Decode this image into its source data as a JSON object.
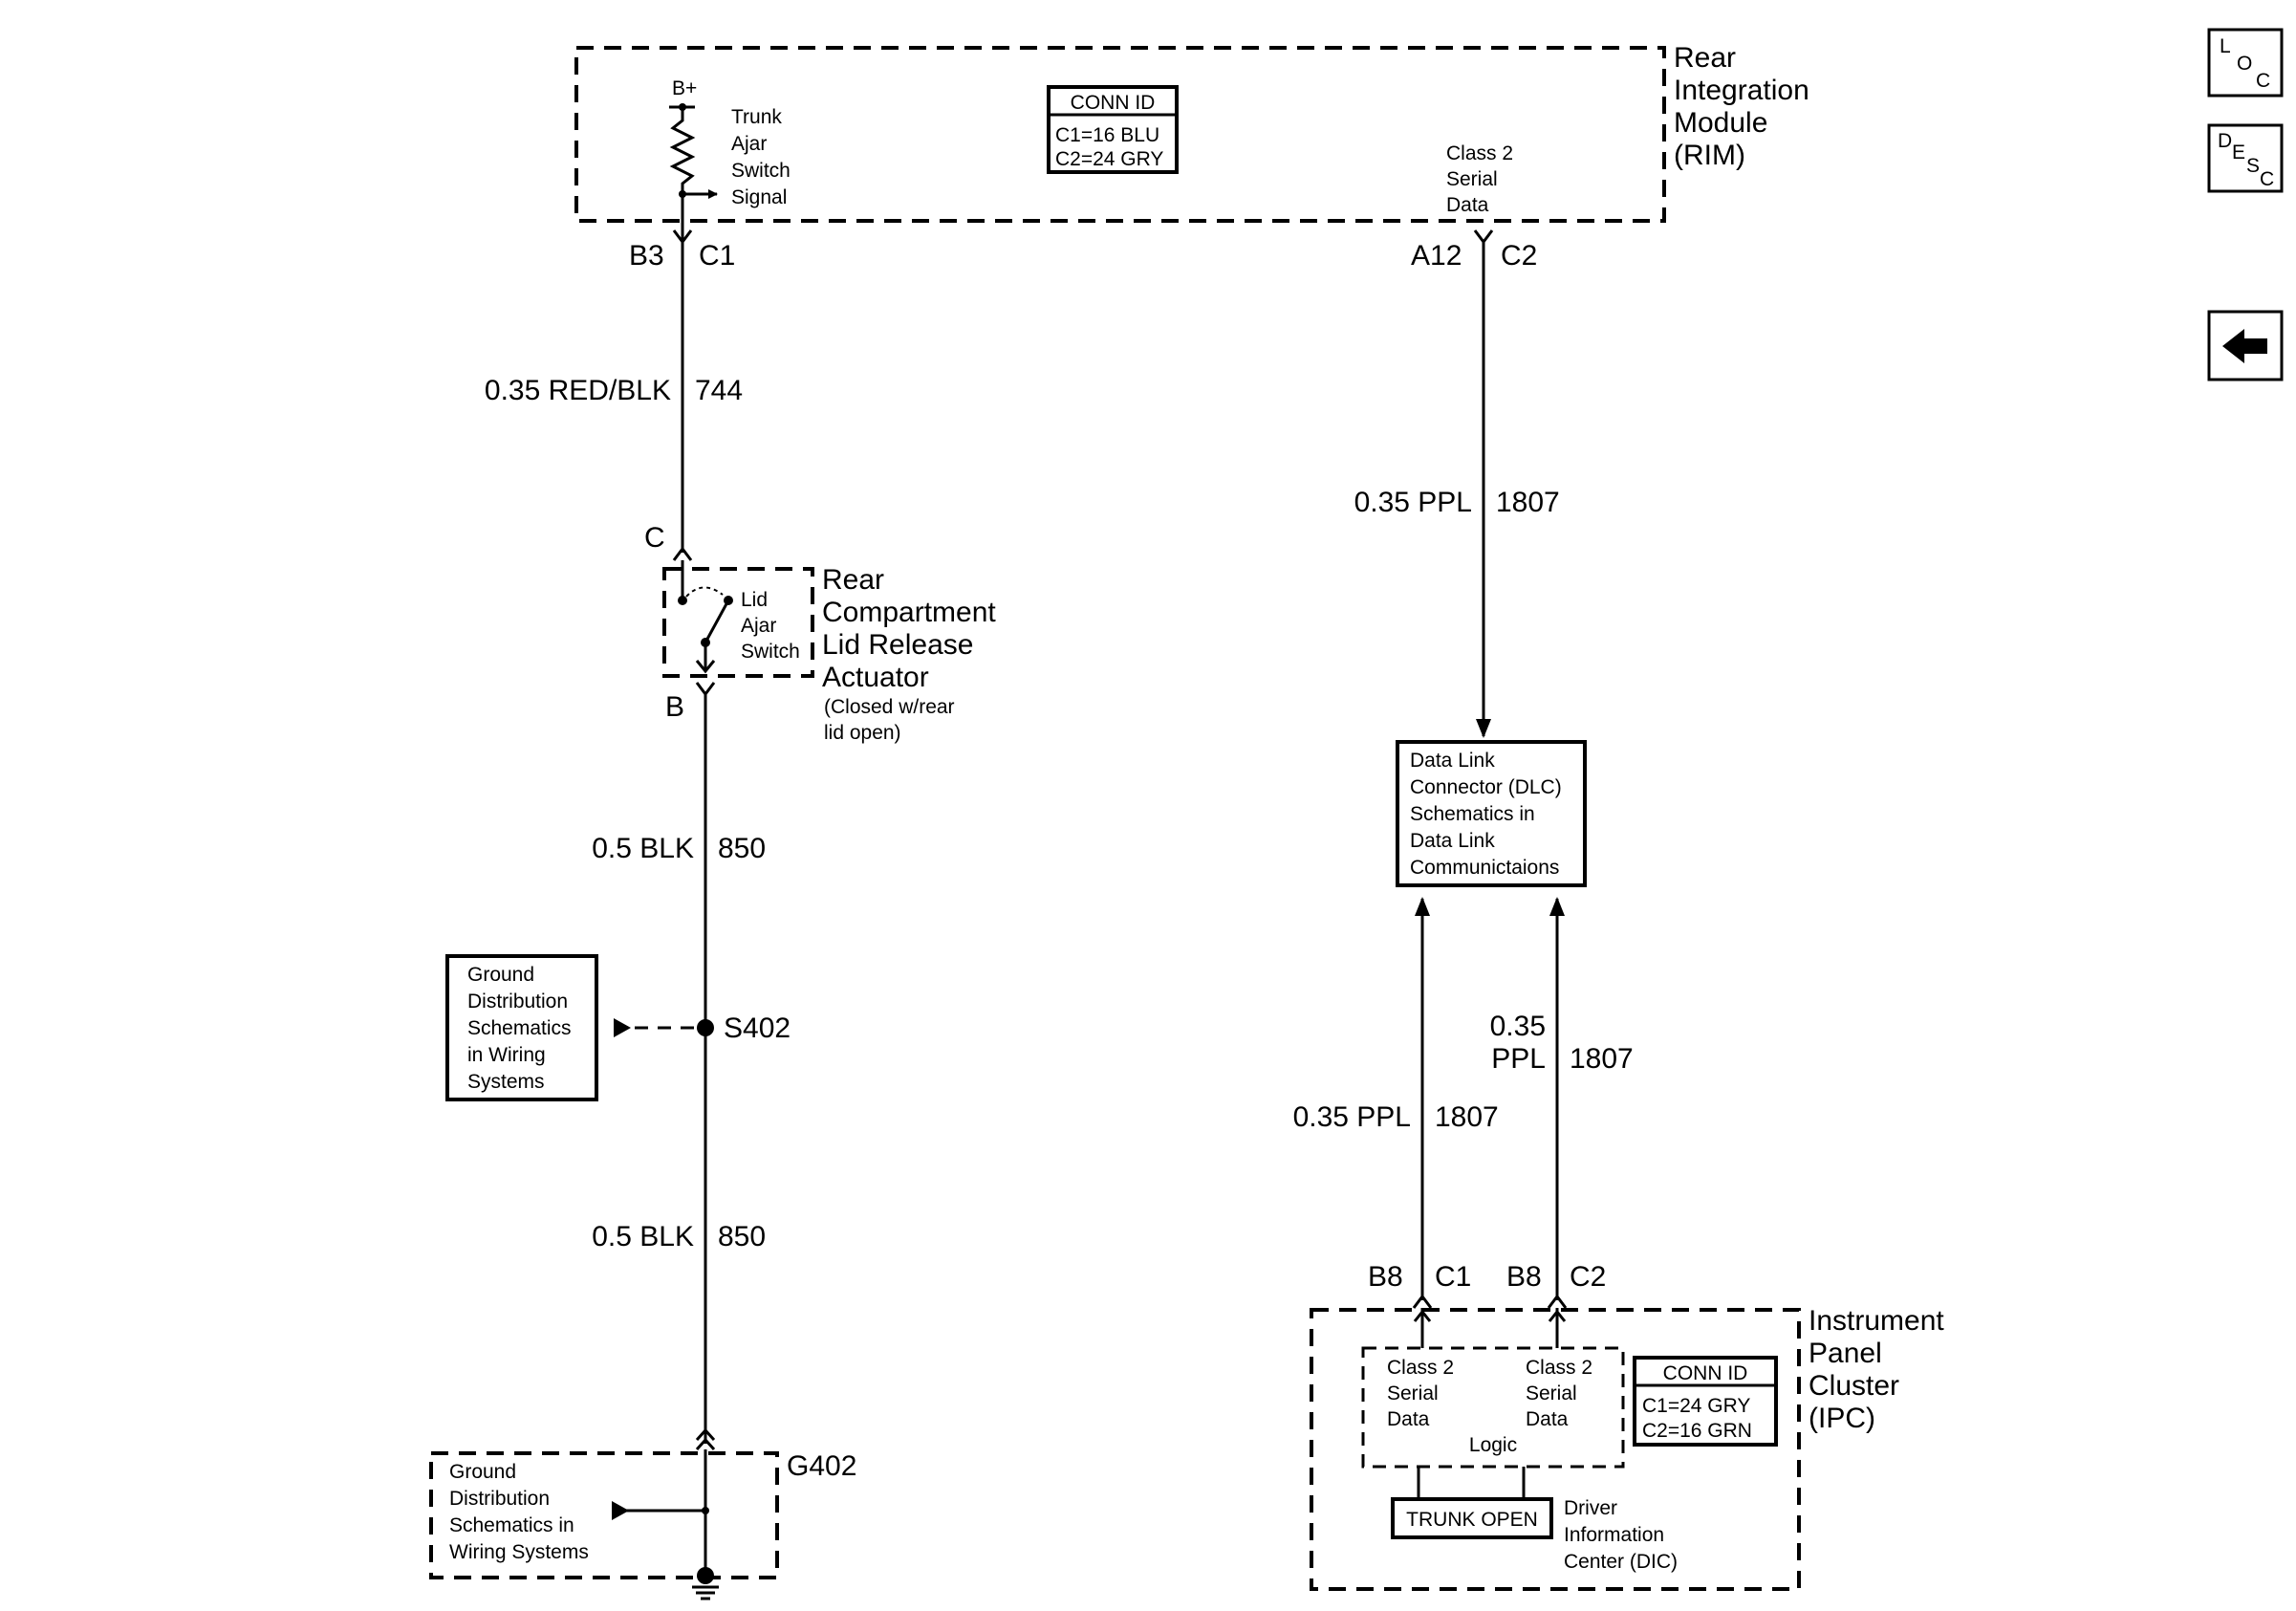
{
  "rim": {
    "name_lines": [
      "Rear",
      "Integration",
      "Module",
      "(RIM)"
    ],
    "b_plus": "B+",
    "trunk_switch_lines": [
      "Trunk",
      "Ajar",
      "Switch",
      "Signal"
    ],
    "conn_id_title": "CONN ID",
    "conn_id_c1": "C1=16 BLU",
    "conn_id_c2": "C2=24 GRY",
    "class2_lines": [
      "Class 2",
      "Serial",
      "Data"
    ],
    "pin_left_a": "B3",
    "pin_left_b": "C1",
    "pin_right_a": "A12",
    "pin_right_b": "C2"
  },
  "wire_744": {
    "label": "0.35 RED/BLK",
    "circuit": "744"
  },
  "wire_1807_top": {
    "label": "0.35 PPL",
    "circuit": "1807"
  },
  "actuator": {
    "pin_top": "C",
    "pin_bottom": "B",
    "switch_lines": [
      "Lid",
      "Ajar",
      "Switch"
    ],
    "name_lines": [
      "Rear",
      "Compartment",
      "Lid Release",
      "Actuator"
    ],
    "note_lines": [
      "(Closed w/rear",
      "lid open)"
    ]
  },
  "wire_850_a": {
    "label": "0.5 BLK",
    "circuit": "850"
  },
  "wire_850_b": {
    "label": "0.5 BLK",
    "circuit": "850"
  },
  "splice": {
    "name": "S402"
  },
  "ground_ref_box": {
    "lines": [
      "Ground",
      "Distribution",
      "Schematics",
      "in Wiring",
      "Systems"
    ]
  },
  "ground": {
    "name": "G402",
    "lines": [
      "Ground",
      "Distribution",
      "Schematics in",
      "Wiring Systems"
    ]
  },
  "dlc": {
    "lines": [
      "Data Link",
      "Connector (DLC)",
      "Schematics in",
      "Data Link",
      "Communictaions"
    ]
  },
  "wire_1807_left": {
    "label": "0.35 PPL",
    "circuit": "1807"
  },
  "wire_1807_right": {
    "label_line1": "0.35",
    "label_line2": "PPL",
    "circuit": "1807"
  },
  "ipc": {
    "name_lines": [
      "Instrument",
      "Panel",
      "Cluster",
      "(IPC)"
    ],
    "pin1_a": "B8",
    "pin1_b": "C1",
    "pin2_a": "B8",
    "pin2_b": "C2",
    "class2_left_lines": [
      "Class 2",
      "Serial",
      "Data"
    ],
    "class2_right_lines": [
      "Class 2",
      "Serial",
      "Data"
    ],
    "logic_label": "Logic",
    "conn_id_title": "CONN ID",
    "conn_id_c1": "C1=24 GRY",
    "conn_id_c2": "C2=16 GRN",
    "trunk_open": "TRUNK OPEN",
    "dic_lines": [
      "Driver",
      "Information",
      "Center (DIC)"
    ]
  },
  "nav": {
    "loc": {
      "l": "L",
      "o": "O",
      "c": "C"
    },
    "desc": {
      "d": "D",
      "e": "E",
      "s": "S",
      "c": "C"
    },
    "back_icon": "left-arrow-icon"
  }
}
